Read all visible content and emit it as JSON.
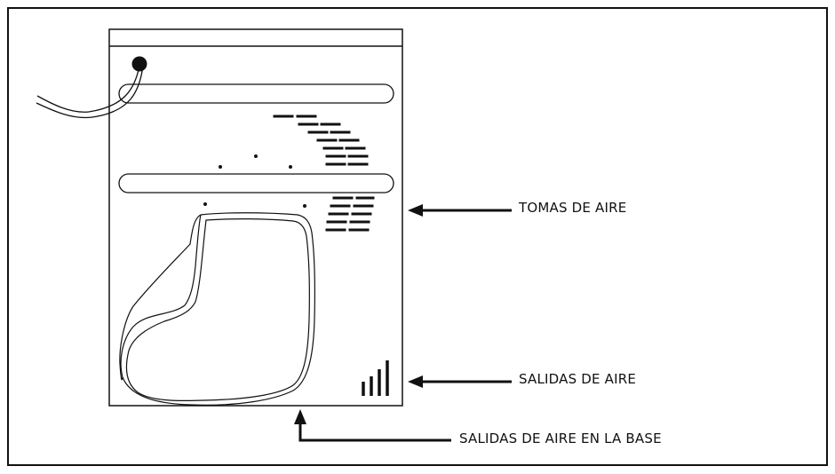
{
  "labels": {
    "air_intakes": "TOMAS DE AIRE",
    "air_outlets": "SALIDAS DE AIRE",
    "base_air_outlets": "SALIDAS DE AIRE EN LA BASE"
  },
  "colors": {
    "line": "#111111",
    "background": "#ffffff"
  },
  "icons": {
    "intake_arrow": "arrow-left-icon",
    "outlet_arrow": "arrow-left-icon",
    "base_arrow": "arrow-up-elbow-icon"
  }
}
